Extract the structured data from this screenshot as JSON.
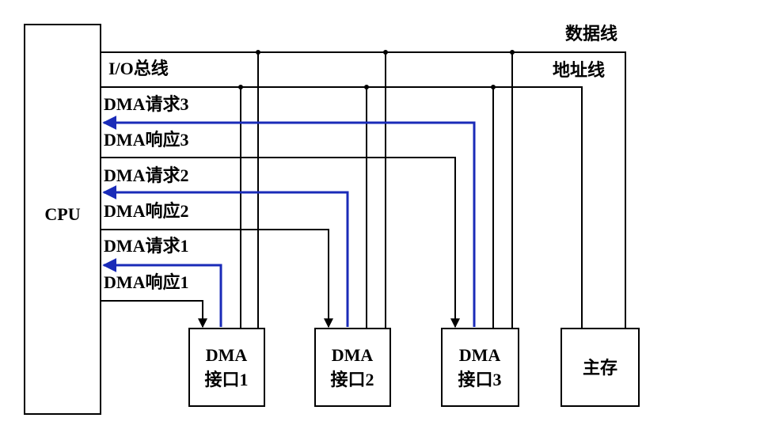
{
  "cpu": {
    "label": "CPU"
  },
  "bus": {
    "io_bus_label": "I/O总线",
    "data_line_label": "数据线",
    "address_line_label": "地址线"
  },
  "signals": [
    {
      "request_label": "DMA请求3",
      "response_label": "DMA响应3"
    },
    {
      "request_label": "DMA请求2",
      "response_label": "DMA响应2"
    },
    {
      "request_label": "DMA请求1",
      "response_label": "DMA响应1"
    }
  ],
  "interfaces": [
    {
      "line1": "DMA",
      "line2": "接口1"
    },
    {
      "line1": "DMA",
      "line2": "接口2"
    },
    {
      "line1": "DMA",
      "line2": "接口3"
    }
  ],
  "memory": {
    "label": "主存"
  },
  "colors": {
    "request_line": "#1a2bb8",
    "line": "#000000"
  }
}
